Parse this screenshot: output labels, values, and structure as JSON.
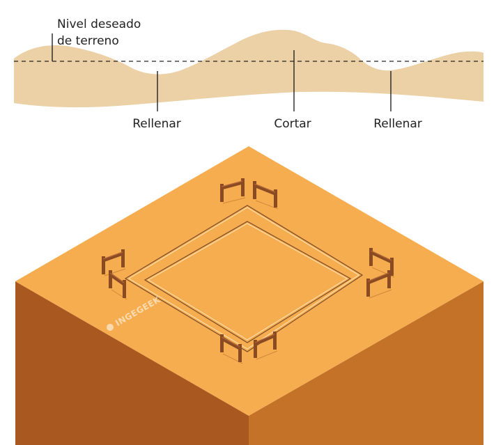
{
  "profile": {
    "level_label_line1": "Nivel deseado",
    "level_label_line2": "de terreno",
    "fill_left_label": "Rellenar",
    "cut_label": "Cortar",
    "fill_right_label": "Rellenar"
  },
  "watermark": {
    "text": "INGEGEEK"
  },
  "colors": {
    "soil_profile": "#ecd0a6",
    "platform_top": "#f6ad4f",
    "platform_left": "#a9581f",
    "platform_right": "#c47228",
    "stake_wood": "#8a4a22",
    "string_line": "#7a4a28",
    "label_text": "#222222"
  }
}
